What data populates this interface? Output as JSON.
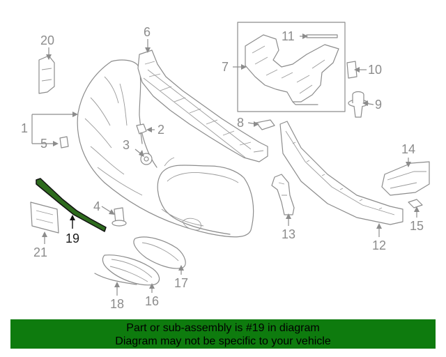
{
  "callouts": {
    "c1": "1",
    "c2": "2",
    "c3": "3",
    "c4": "4",
    "c5": "5",
    "c6": "6",
    "c7": "7",
    "c8": "8",
    "c9": "9",
    "c10": "10",
    "c11": "11",
    "c12": "12",
    "c13": "13",
    "c14": "14",
    "c15": "15",
    "c16": "16",
    "c17": "17",
    "c18": "18",
    "c19": "19",
    "c20": "20",
    "c21": "21"
  },
  "highlighted_part": "19",
  "colors": {
    "banner": "#0e7b0e",
    "highlight_part": "#2e6b1e",
    "line_art": "#8c8c8c"
  },
  "banner": {
    "line1": "Part or sub-assembly is #19 in diagram",
    "line2": "Diagram may not be specific to your vehicle"
  }
}
